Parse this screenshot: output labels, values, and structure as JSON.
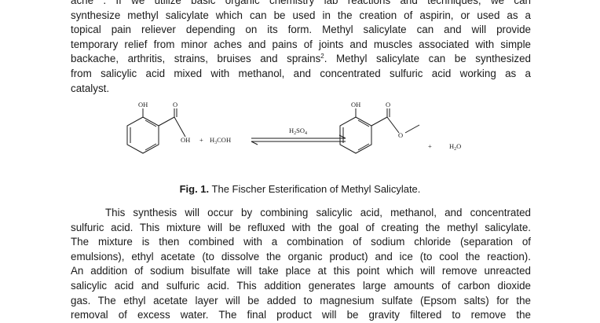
{
  "paragraph1": {
    "line1": "ache . If we utilize basic organic chemistry lab reactions and techniques, we can",
    "line2": "synthesize methyl salicylate which can be used in the creation of aspirin, or used as a",
    "line3": "topical pain reliever depending on its form. Methyl salicylate can and will provide",
    "line4": "temporary relief from minor aches and pains of joints and muscles associated with simple",
    "line5_pre": "backache, arthritis, strains, bruises and sprains",
    "line5_sup": "2",
    "line5_post": ". Methyl salicylate can be synthesized",
    "line6": "from salicylic acid mixed with methanol, and concentrated sulfuric acid working as a",
    "line7": "catalyst."
  },
  "figure": {
    "reactant_oh_top": "OH",
    "reactant_o": "O",
    "reactant_oh_acid": "OH",
    "plus1": "+",
    "methanol": "H",
    "methanol_sub": "3",
    "methanol_rest": "COH",
    "catalyst_h": "H",
    "catalyst_sub2": "2",
    "catalyst_so": "SO",
    "catalyst_sub4": "4",
    "product_oh": "OH",
    "product_o": "O",
    "product_o_ester": "O",
    "plus2": "+",
    "water_h": "H",
    "water_sub": "2",
    "water_o": "O"
  },
  "caption": {
    "label": "Fig. 1.",
    "text": " The Fischer Esterification of Methyl Salicylate."
  },
  "paragraph2": {
    "line1": "This synthesis will occur by combining salicylic acid, methanol, and concentrated",
    "line2": "sulfuric acid. This mixture will be refluxed with the goal of creating the methyl salicylate.",
    "line3": "The mixture is then combined with a combination of sodium chloride (separation of",
    "line4": "emulsions), ethyl acetate (to dissolve the organic product) and ice (to cool the reaction).",
    "line5": "An addition of sodium bisulfate will take place at this point which will remove unreacted",
    "line6": "salicylic acid and sulfuric acid. This addition generates large amounts of carbon dioxide",
    "line7": "gas. The ethyl acetate layer will be added to magnesium sulfate (Epsom salts) for the",
    "line8": "removal of excess water. The final product will be gravity filtered to remove the"
  }
}
